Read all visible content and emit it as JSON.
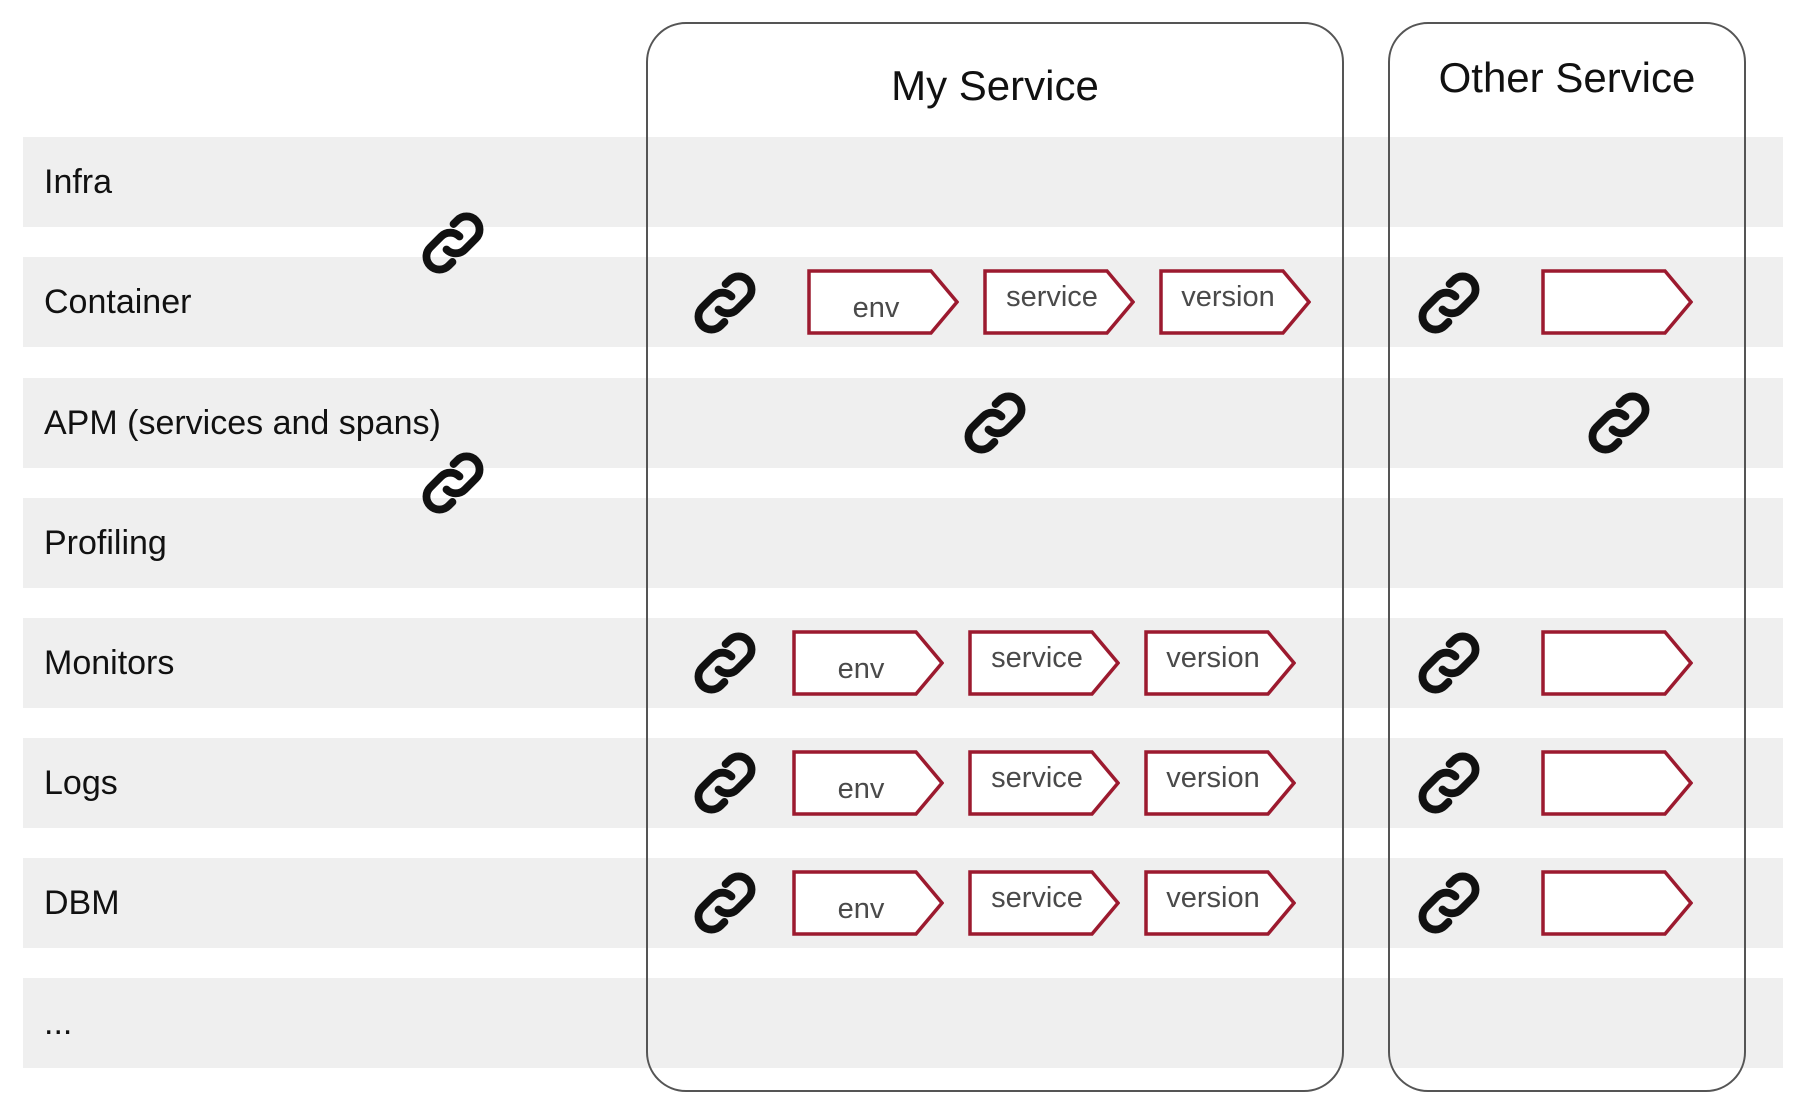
{
  "rows": [
    {
      "label": "Infra"
    },
    {
      "label": "Container"
    },
    {
      "label": "APM (services and spans)"
    },
    {
      "label": "Profiling"
    },
    {
      "label": "Monitors"
    },
    {
      "label": "Logs"
    },
    {
      "label": "DBM"
    },
    {
      "label": "..."
    }
  ],
  "columns": {
    "my_service": {
      "title": "My Service"
    },
    "other_service": {
      "title": "Other Service"
    }
  },
  "tags": {
    "container": [
      "env",
      "service",
      "version"
    ],
    "monitors": [
      "env",
      "service",
      "version"
    ],
    "logs": [
      "env",
      "service",
      "version"
    ],
    "dbm": [
      "env",
      "service",
      "version"
    ]
  },
  "icons": {
    "link": "link-icon",
    "tag": "tag-shape"
  },
  "colors": {
    "band": "#efefef",
    "tag_border": "#9c1a2f",
    "tag_text": "#4a4a4a",
    "column_border": "#555555",
    "link_icon": "#111111"
  }
}
